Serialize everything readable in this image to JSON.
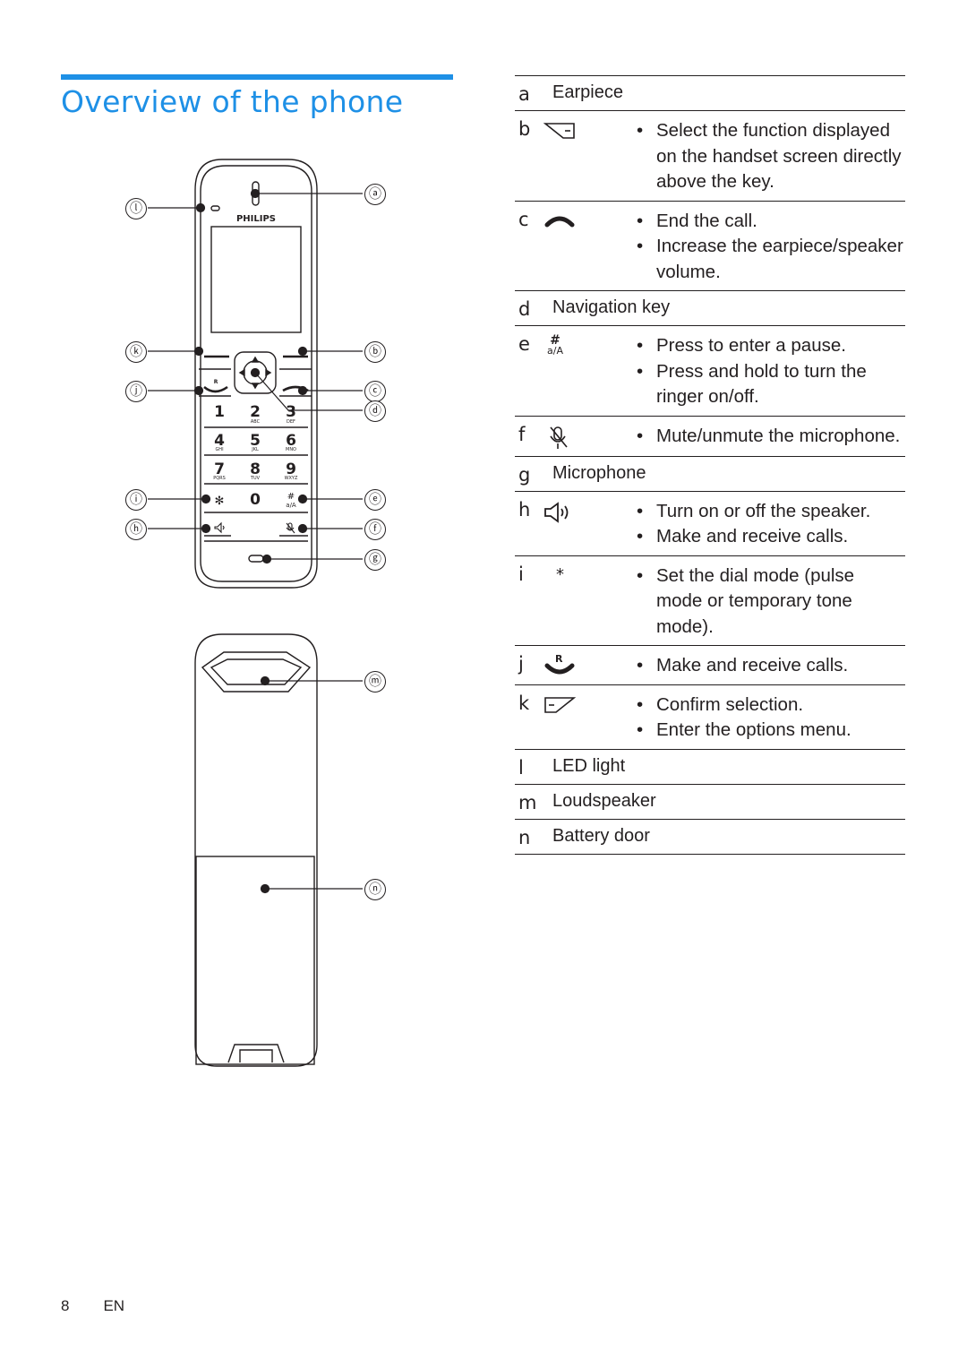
{
  "page": {
    "title": "Overview of the phone",
    "page_number": "8",
    "language": "EN"
  },
  "diagram": {
    "brand": "PHILIPS",
    "callouts": [
      "ⓐ",
      "ⓑ",
      "ⓒ",
      "ⓓ",
      "ⓔ",
      "ⓕ",
      "ⓖ",
      "ⓗ",
      "ⓘ",
      "ⓙ",
      "ⓚ",
      "ⓛ",
      "ⓜ",
      "ⓝ"
    ],
    "keys": {
      "k1": "1",
      "k2": "2",
      "k3": "3",
      "k4": "4",
      "k5": "5",
      "k6": "6",
      "k7": "7",
      "k8": "8",
      "k9": "9",
      "kstar": "✻",
      "k0": "0",
      "khash": "#",
      "s2": "ABC",
      "s3": "DEF",
      "s4": "GHI",
      "s5": "JKL",
      "s6": "MNO",
      "s7": "PQRS",
      "s8": "TUV",
      "s9": "WXYZ",
      "shash": "a/A",
      "sflash": "R"
    }
  },
  "table": {
    "rows": [
      {
        "letter": "a",
        "label": "Earpiece"
      },
      {
        "letter": "b",
        "icon": "soft-key-right-icon",
        "bullets": [
          "Select the function displayed on the handset screen directly above the key."
        ]
      },
      {
        "letter": "c",
        "icon": "end-call-icon",
        "bullets": [
          "End the call.",
          "Increase the earpiece/speaker volume."
        ]
      },
      {
        "letter": "d",
        "label": "Navigation key"
      },
      {
        "letter": "e",
        "icon": "hash-key-icon",
        "icon_text_top": "#",
        "icon_text_bottom": "a/A",
        "bullets": [
          "Press to enter a pause.",
          "Press and hold to turn the ringer on/off."
        ]
      },
      {
        "letter": "f",
        "icon": "mute-microphone-icon",
        "bullets": [
          "Mute/unmute the microphone."
        ]
      },
      {
        "letter": "g",
        "label": "Microphone"
      },
      {
        "letter": "h",
        "icon": "speaker-icon",
        "bullets": [
          "Turn on or off the speaker.",
          "Make and receive calls."
        ]
      },
      {
        "letter": "i",
        "key_text": "*",
        "bullets": [
          "Set the dial mode (pulse mode or temporary tone mode)."
        ]
      },
      {
        "letter": "j",
        "icon": "talk-flash-icon",
        "icon_text": "R",
        "bullets": [
          "Make and receive calls."
        ]
      },
      {
        "letter": "k",
        "icon": "soft-key-left-icon",
        "bullets": [
          "Confirm selection.",
          "Enter the options menu."
        ]
      },
      {
        "letter": "l",
        "label": "LED light"
      },
      {
        "letter": "m",
        "label": "Loudspeaker"
      },
      {
        "letter": "n",
        "label": "Battery door"
      }
    ]
  }
}
